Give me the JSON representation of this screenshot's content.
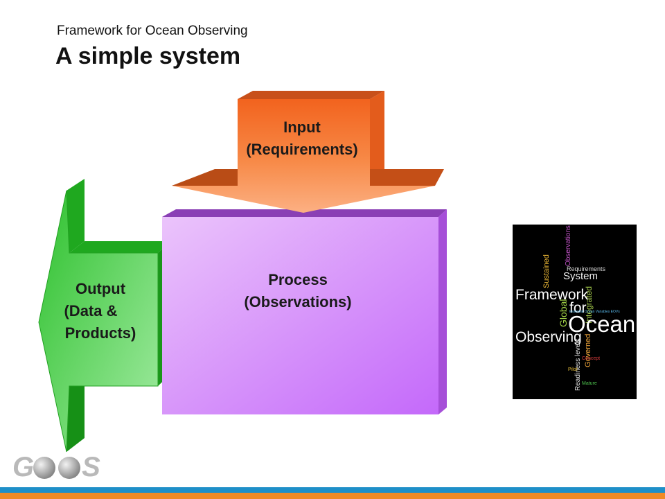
{
  "header": {
    "subtitle": "Framework for Ocean Observing",
    "title": "A simple system"
  },
  "diagram": {
    "input": {
      "line1": "Input",
      "line2": "(Requirements)"
    },
    "process": {
      "line1": "Process",
      "line2": "(Observations)"
    },
    "output": {
      "line1": "Output",
      "line2": "(Data &",
      "line3": "Products)"
    }
  },
  "word_cloud": {
    "words": {
      "framework": "Framework",
      "for": "for",
      "ocean": "Ocean",
      "observing": "Observing",
      "system": "System",
      "requirements": "Requirements",
      "sustained": "Sustained",
      "global": "Global",
      "integrated": "Integrated",
      "observations": "Observations",
      "eov": "Essential Ocean Variables EOVs",
      "governed": "Governed",
      "readiness": "Readiness levels",
      "concept": "Concept",
      "pilot": "Pilot",
      "mature": "Mature"
    }
  },
  "logo": {
    "left": "G",
    "right": "S"
  },
  "colors": {
    "input_arrow": "#f07a33",
    "process_box": "#d79cf7",
    "output_arrow": "#3ec93e",
    "footer_blue": "#1e8fc8",
    "footer_orange": "#f08a24"
  }
}
